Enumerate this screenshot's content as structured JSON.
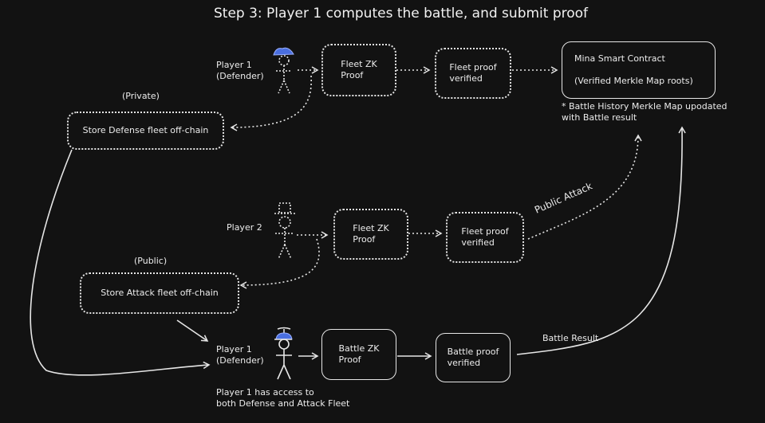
{
  "title": "Step 3: Player 1 computes the battle, and submit proof",
  "actors": {
    "player1_top": "Player 1\n(Defender)",
    "player2": "Player 2",
    "player1_bottom": "Player 1\n(Defender)"
  },
  "boxes": {
    "fleet_zk_1": "Fleet ZK\nProof",
    "fleet_verified_1": "Fleet proof\nverified",
    "mina": "Mina Smart Contract\n\n(Verified Merkle Map roots)",
    "store_defense": "Store Defense fleet off-chain",
    "fleet_zk_2": "Fleet ZK\nProof",
    "fleet_verified_2": "Fleet proof\nverified",
    "store_attack": "Store Attack fleet off-chain",
    "battle_zk": "Battle ZK\nProof",
    "battle_verified": "Battle proof\nverified"
  },
  "labels": {
    "private": "(Private)",
    "public": "(Public)",
    "battle_history_note": "* Battle History Merkle Map upodated\nwith Battle result",
    "public_attack": "Public Attack",
    "battle_result": "Battle Result",
    "access_note": "Player 1 has access to\nboth Defense and Attack Fleet"
  },
  "colors": {
    "background": "#121212",
    "stroke": "#e6e6e6",
    "hat": "#4a6fe0"
  }
}
